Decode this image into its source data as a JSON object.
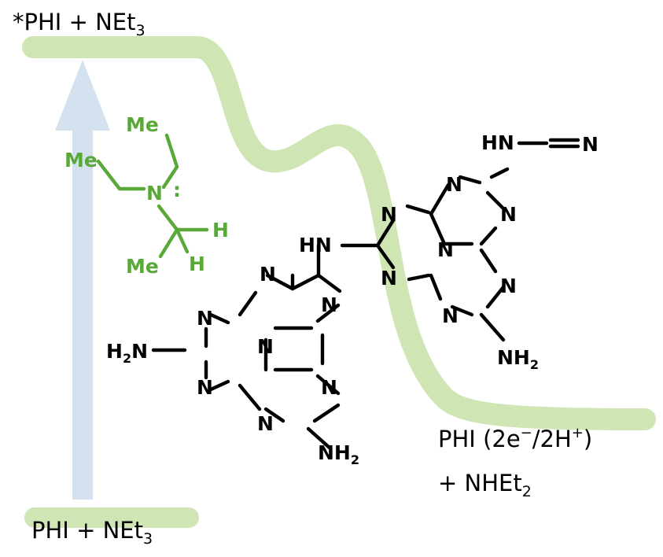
{
  "labels": {
    "top_left": {
      "prefix": "*PHI + NEt",
      "sub": "3"
    },
    "bottom_left": {
      "prefix": "PHI + NEt",
      "sub": "3"
    },
    "right_line1": {
      "text": "PHI (2e",
      "sup1": "−",
      "mid": "/2H",
      "sup2": "+",
      "end": ")"
    },
    "right_line2": {
      "prefix": "+ NHEt",
      "sub": "2"
    }
  },
  "triethylamine": {
    "me_top": "Me",
    "me_left": "Me",
    "me_bottom": "Me",
    "nitrogen": "N",
    "lone_pair": ":",
    "h_right": "H",
    "h_bottom": "H"
  },
  "heptazine_left": {
    "amine_left": {
      "main": "H",
      "sub": "2",
      "tail": "N"
    },
    "amine_bottom": {
      "main": "NH",
      "sub": "2"
    },
    "linker": "HN",
    "ring_nitrogen": "N"
  },
  "heptazine_right": {
    "cyanamide_nh": "HN",
    "cyanamide_n": "N",
    "amine_bottom": {
      "main": "NH",
      "sub": "2"
    },
    "ring_nitrogen": "N"
  },
  "colors": {
    "energy_path": "#cfe5b4",
    "excitation_arrow": "#d4e1ee",
    "molecule_green": "#5aa83a",
    "molecule_black": "#000000"
  },
  "icons": {
    "excitation_arrow": "up-arrow-icon"
  }
}
